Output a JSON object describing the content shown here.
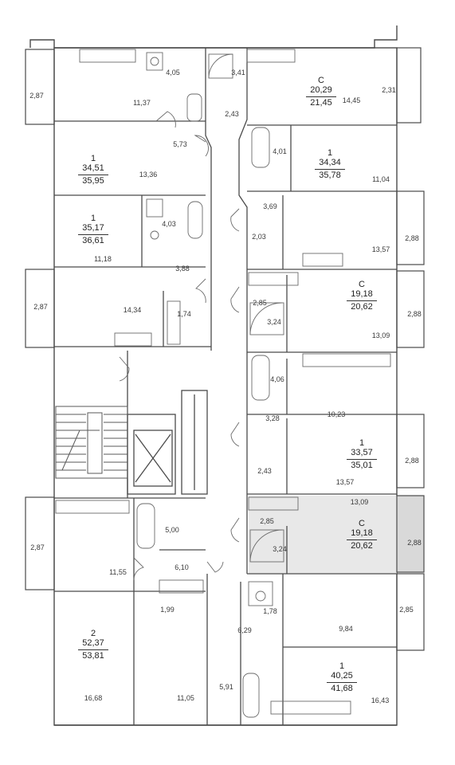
{
  "apartments": [
    {
      "id": "apt-c-top-right",
      "type": "С",
      "area": "20,29",
      "total": "21,45"
    },
    {
      "id": "apt-1-top-left",
      "type": "1",
      "area": "34,51",
      "total": "35,95"
    },
    {
      "id": "apt-1-right-upper",
      "type": "1",
      "area": "34,34",
      "total": "35,78"
    },
    {
      "id": "apt-1-left-mid",
      "type": "1",
      "area": "35,17",
      "total": "36,61"
    },
    {
      "id": "apt-c-right-mid",
      "type": "С",
      "area": "19,18",
      "total": "20,62"
    },
    {
      "id": "apt-1-right-lower",
      "type": "1",
      "area": "33,57",
      "total": "35,01"
    },
    {
      "id": "apt-c-highlighted",
      "type": "С",
      "area": "19,18",
      "total": "20,62"
    },
    {
      "id": "apt-2-bottom-left",
      "type": "2",
      "area": "52,37",
      "total": "53,81"
    },
    {
      "id": "apt-1-bottom-right",
      "type": "1",
      "area": "40,25",
      "total": "41,68"
    }
  ],
  "room_areas": {
    "r1": "2,87",
    "r2": "4,05",
    "r3": "11,37",
    "r4": "3,41",
    "r5": "2,43",
    "r6": "14,45",
    "r7": "2,31",
    "r8": "5,73",
    "r9": "13,36",
    "r10": "4,01",
    "r11": "11,04",
    "r12": "3,69",
    "r13": "2,03",
    "r14": "13,57",
    "r15": "2,88",
    "r16": "4,03",
    "r17": "11,18",
    "r18": "3,88",
    "r19": "2,87",
    "r20": "14,34",
    "r21": "1,74",
    "r22": "2,85",
    "r23": "3,24",
    "r24": "13,09",
    "r25": "2,88",
    "r26": "4,06",
    "r27": "3,28",
    "r28": "10,23",
    "r29": "2,43",
    "r30": "13,57",
    "r31": "2,88",
    "r32": "13,09",
    "r33": "2,85",
    "r34": "3,24",
    "r35": "2,88",
    "r36": "5,00",
    "r37": "2,87",
    "r38": "11,55",
    "r39": "6,10",
    "r40": "1,99",
    "r41": "1,78",
    "r42": "2,85",
    "r43": "9,84",
    "r44": "6,29",
    "r45": "5,91",
    "r46": "16,68",
    "r47": "11,05",
    "r48": "16,43"
  },
  "colors": {
    "wall": "#4a4a4a",
    "highlight": "#e8e8e8",
    "line": "#7a7a7a"
  }
}
